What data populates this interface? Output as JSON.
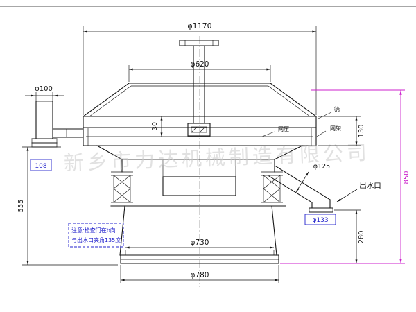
{
  "watermark": "新乡市力达机械制造有限公司",
  "dims": {
    "top_width": "φ1170",
    "hood_width": "φ620",
    "inlet": "φ100",
    "gap": "30",
    "frame_height": "130",
    "inlet_box": "108",
    "left_height": "555",
    "total_height": "850",
    "outlet_dia": "φ125",
    "outlet_flange": "φ133",
    "outlet_height": "280",
    "base_dia": "φ730",
    "flange_dia": "φ780"
  },
  "labels": {
    "outlet": "出水口",
    "mesh_press": "网压",
    "sieve": "筛",
    "mesh_frame": "网架",
    "note_line1": "注意:检查门在b向",
    "note_line2": "与出水口夹角135度"
  },
  "colors": {
    "line": "#151515",
    "blue": "#2222cc",
    "magenta": "#cc22cc",
    "watermark": "#c9c9c9"
  }
}
